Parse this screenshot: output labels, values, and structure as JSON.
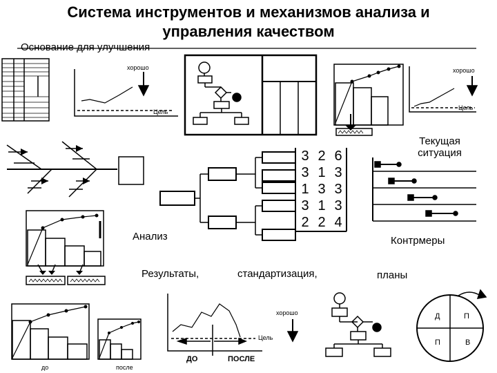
{
  "title": {
    "line1": "Система инструментов и механизмов анализа и",
    "line2": "управления качеством"
  },
  "sections": {
    "basis": "Основание для улучшения",
    "current": "Текущая\nситуация",
    "analysis": "Анализ",
    "countermeasures": "Контрмеры",
    "results": "Результаты,",
    "standardization": "стандартизация,",
    "plans": "планы"
  },
  "chart_labels": {
    "good": "хорошо",
    "target": "Цель",
    "before_small": "до",
    "after_small": "после",
    "before": "ДО",
    "after": "ПОСЛЕ"
  },
  "matrix": [
    [
      "3",
      "2",
      "6"
    ],
    [
      "3",
      "1",
      "3"
    ],
    [
      "1",
      "3",
      "3"
    ],
    [
      "3",
      "1",
      "3"
    ],
    [
      "2",
      "2",
      "4"
    ]
  ],
  "pdca": {
    "p": "П",
    "d": "Д",
    "c": "П",
    "a": "В"
  }
}
